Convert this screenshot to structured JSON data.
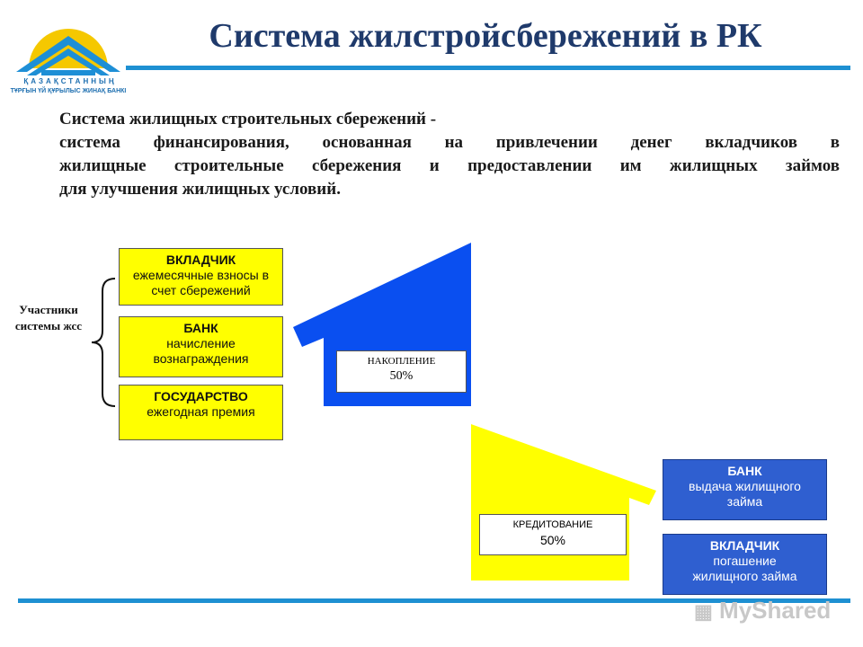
{
  "header": {
    "title": "Система жилстройсбережений в РК",
    "logo_text_line1": "ҚАЗАҚСТАННЫҢ",
    "logo_text_line2": "ТҰРҒЫН ҮЙ ҚҰРЫЛЫС ЖИНАҚ БАНКІ"
  },
  "definition": {
    "heading": "Система жилищных строительных сбережений -",
    "line1": "система финансирования, основанная на привлечении денег вкладчиков в",
    "line2": "жилищные строительные сбережения и предоставлении им жилищных займов",
    "line3": "для улучшения жилищных условий."
  },
  "participants": {
    "label_line1": "Участники",
    "label_line2": "системы жсс",
    "items": [
      {
        "title": "ВКЛАДЧИК",
        "desc1": "ежемесячные взносы в",
        "desc2": "счет сбережений"
      },
      {
        "title": "БАНК",
        "desc1": "начисление",
        "desc2": "вознаграждения"
      },
      {
        "title": "ГОСУДАРСТВО",
        "desc1": "ежегодная премия",
        "desc2": ""
      }
    ]
  },
  "accumulation": {
    "label": "НАКОПЛЕНИЕ",
    "value": "50%"
  },
  "crediting": {
    "label": "КРЕДИТОВАНИЕ",
    "value": "50%"
  },
  "right_boxes": [
    {
      "title": "БАНК",
      "desc1": "выдача жилищного",
      "desc2": "займа"
    },
    {
      "title": "ВКЛАДЧИК",
      "desc1": "погашение",
      "desc2": "жилищного займа"
    }
  ],
  "watermark": "MyShared",
  "colors": {
    "blue_house": "#0a4ff0",
    "yellow_house": "#ffff00",
    "rule": "#1e90d2",
    "title": "#1f3a6b",
    "blue_box": "#2f5fd0"
  }
}
